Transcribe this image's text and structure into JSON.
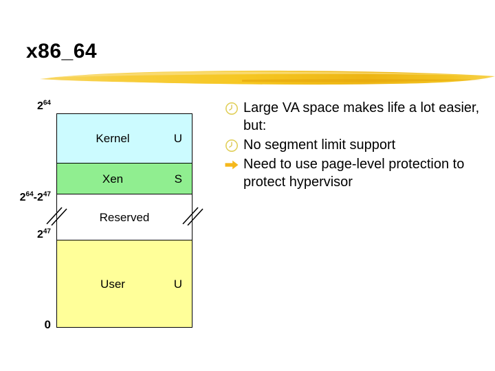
{
  "slide": {
    "title": "x86_64",
    "divider_icon": "yellow-brush-stroke",
    "divider_color": "#f5c21b"
  },
  "diagram": {
    "name": "x86-64-virtual-address-space-map",
    "bands": [
      {
        "label": "Kernel",
        "mode": "U",
        "color": "#ccfbff",
        "icon": "kernel-band"
      },
      {
        "label": "Xen",
        "mode": "S",
        "color": "#90ee90",
        "icon": "xen-band"
      },
      {
        "label": "Reserved",
        "mode": "",
        "color": "#ffffff",
        "icon": "reserved-band"
      },
      {
        "label": "User",
        "mode": "U",
        "color": "#ffff99",
        "icon": "user-band"
      }
    ],
    "axis_labels": [
      {
        "base": "2",
        "exponent": "64",
        "text": "2^64"
      },
      {
        "base": "2",
        "exponent": "64",
        "text": "2^64-2^47"
      },
      {
        "base": "2",
        "exponent": "47",
        "text": "2^47"
      },
      {
        "base": "0",
        "exponent": "",
        "text": "0"
      }
    ],
    "break_mark_icon": "axis-break-mark"
  },
  "bullets": [
    {
      "glyph": "clock-icon",
      "glyph_color": "#e8d24a",
      "level": 1,
      "text": "Large VA space makes life a lot easier, but:"
    },
    {
      "glyph": "clock-icon",
      "glyph_color": "#e8d24a",
      "level": 1,
      "text": "No segment limit support"
    },
    {
      "glyph": "arrow-right-icon",
      "glyph_color": "#f5b81b",
      "level": 1,
      "text": "Need to use page-level protection to protect hypervisor"
    }
  ]
}
